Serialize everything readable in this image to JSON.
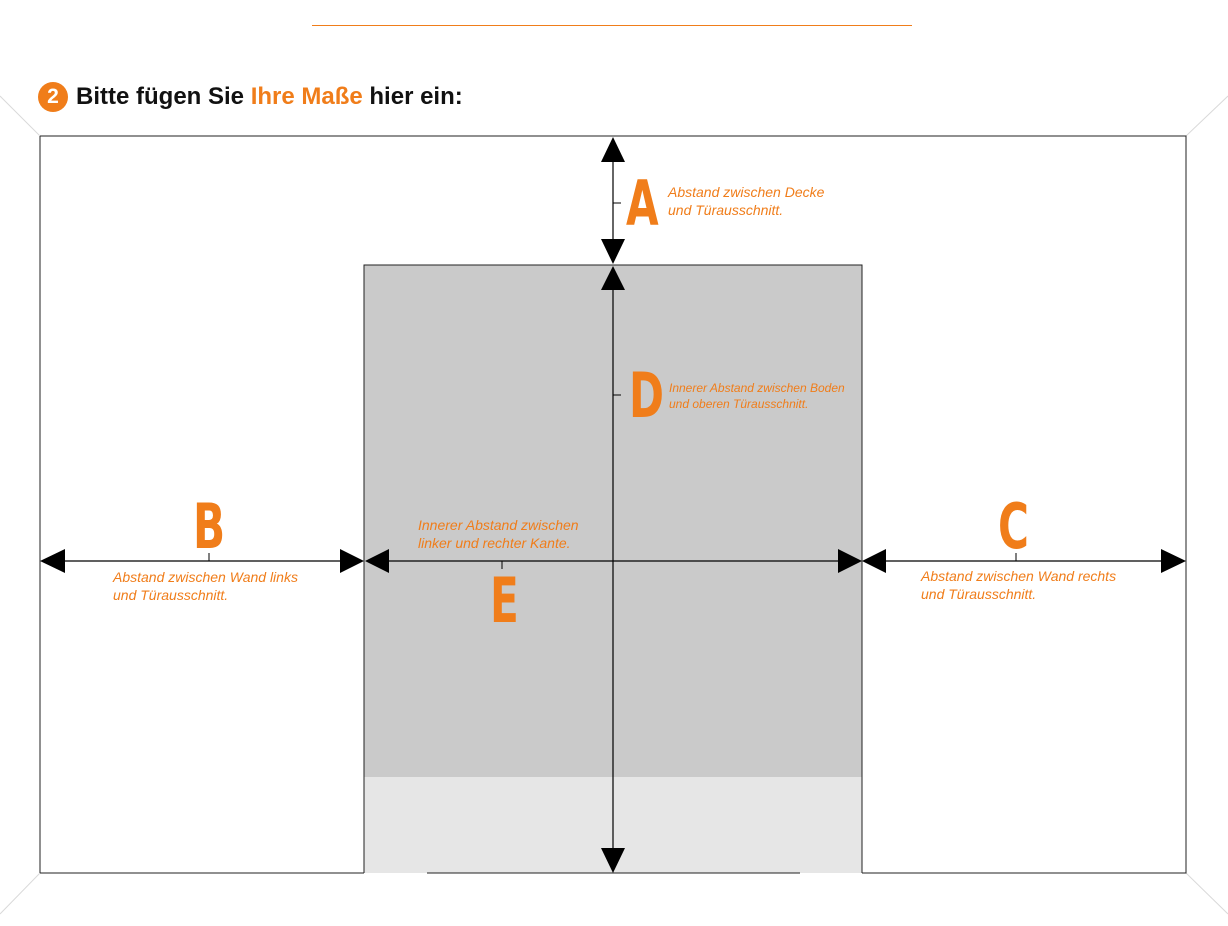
{
  "header": {
    "step_number": "2",
    "title_before": "Bitte fügen Sie ",
    "title_highlight": "Ihre Maße",
    "title_after": " hier ein:"
  },
  "colors": {
    "accent": "#f07d1a",
    "door_fill": "#cacaca",
    "door_floor": "#e6e6e6",
    "lines": "#222222"
  },
  "measurements": {
    "A": {
      "letter": "A",
      "line1": "Abstand zwischen Decke",
      "line2": "und Türausschnitt."
    },
    "B": {
      "letter": "B",
      "line1": "Abstand zwischen Wand links",
      "line2": "und Türausschnitt."
    },
    "C": {
      "letter": "C",
      "line1": "Abstand zwischen Wand rechts",
      "line2": "und Türausschnitt."
    },
    "D": {
      "letter": "D",
      "line1": "Innerer Abstand zwischen Boden",
      "line2": "und oberen Türausschnitt."
    },
    "E": {
      "letter": "E",
      "line1": "Innerer Abstand zwischen",
      "line2": "linker und rechter Kante."
    }
  }
}
